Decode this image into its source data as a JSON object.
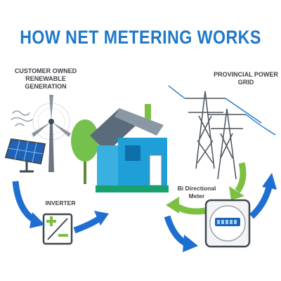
{
  "title": "HOW NET METERING WORKS",
  "labels": {
    "renewable": "CUSTOMER OWNED RENEWABLE GENERATION",
    "grid": "PROVINCIAL POWER GRID",
    "inverter": "INVERTER",
    "meter": "Bi Directional Meter"
  },
  "icons": [
    "wind-turbine-icon",
    "solar-panel-icon",
    "inverter-icon",
    "house-icon",
    "tree-icon",
    "transmission-tower-icon",
    "meter-icon"
  ],
  "colors": {
    "title": "#1f78c8",
    "arrow_blue": "#1f6fd1",
    "arrow_green": "#7cc042",
    "house_blue": "#39b0e0",
    "house_roof": "#5a6b7b",
    "tree_green": "#76c14d",
    "text_gray": "#3d4046"
  }
}
